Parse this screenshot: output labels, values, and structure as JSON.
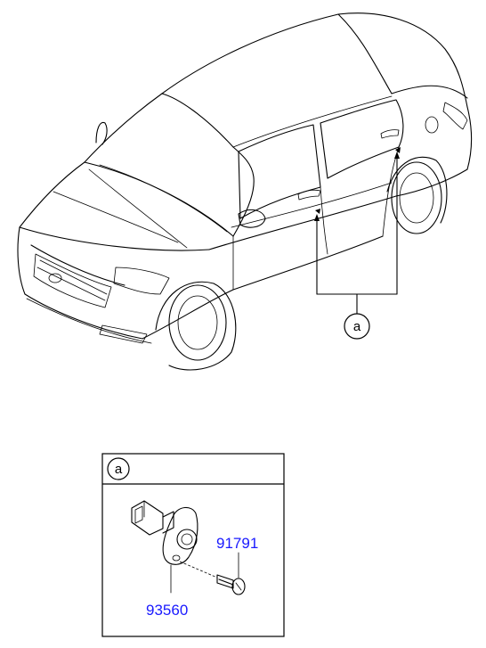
{
  "callouts": {
    "main_label": "a",
    "box_label": "a"
  },
  "parts": [
    {
      "number": "91791"
    },
    {
      "number": "93560"
    }
  ],
  "colors": {
    "line": "#000000",
    "part_number": "#1a1aff",
    "background": "#ffffff"
  }
}
